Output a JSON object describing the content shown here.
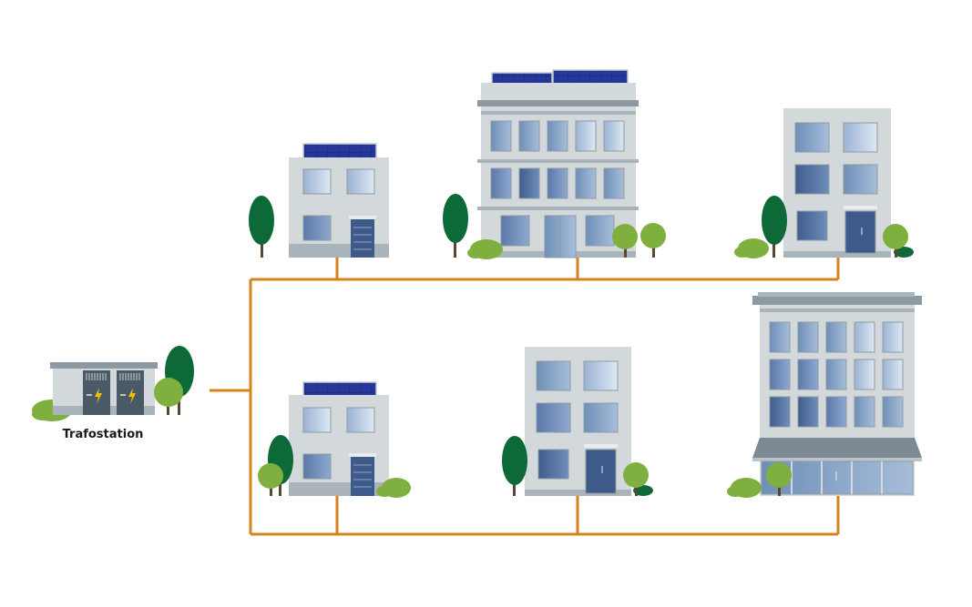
{
  "station": {
    "label": "Trafostation",
    "icon": "transformer-station-icon"
  },
  "colors": {
    "grid_line": "#D6831E",
    "building_wall": "#D3D9DB",
    "building_base": "#A9B3BA",
    "window_blue": "#5C7FAE",
    "window_light": "#B7CCE3",
    "solar_panel": "#1F2F86",
    "tree_dark": "#0D6A38",
    "tree_light": "#7FAF3E",
    "bush": "#7FAF3E",
    "door": "#3E5A8A",
    "bolt": "#F2C300"
  },
  "buildings": [
    {
      "name": "building-small-solar-top"
    },
    {
      "name": "building-tall-solar-top"
    },
    {
      "name": "building-apartment-top"
    },
    {
      "name": "building-small-solar-bottom"
    },
    {
      "name": "building-apartment-bottom"
    },
    {
      "name": "building-office-shop-bottom"
    }
  ]
}
